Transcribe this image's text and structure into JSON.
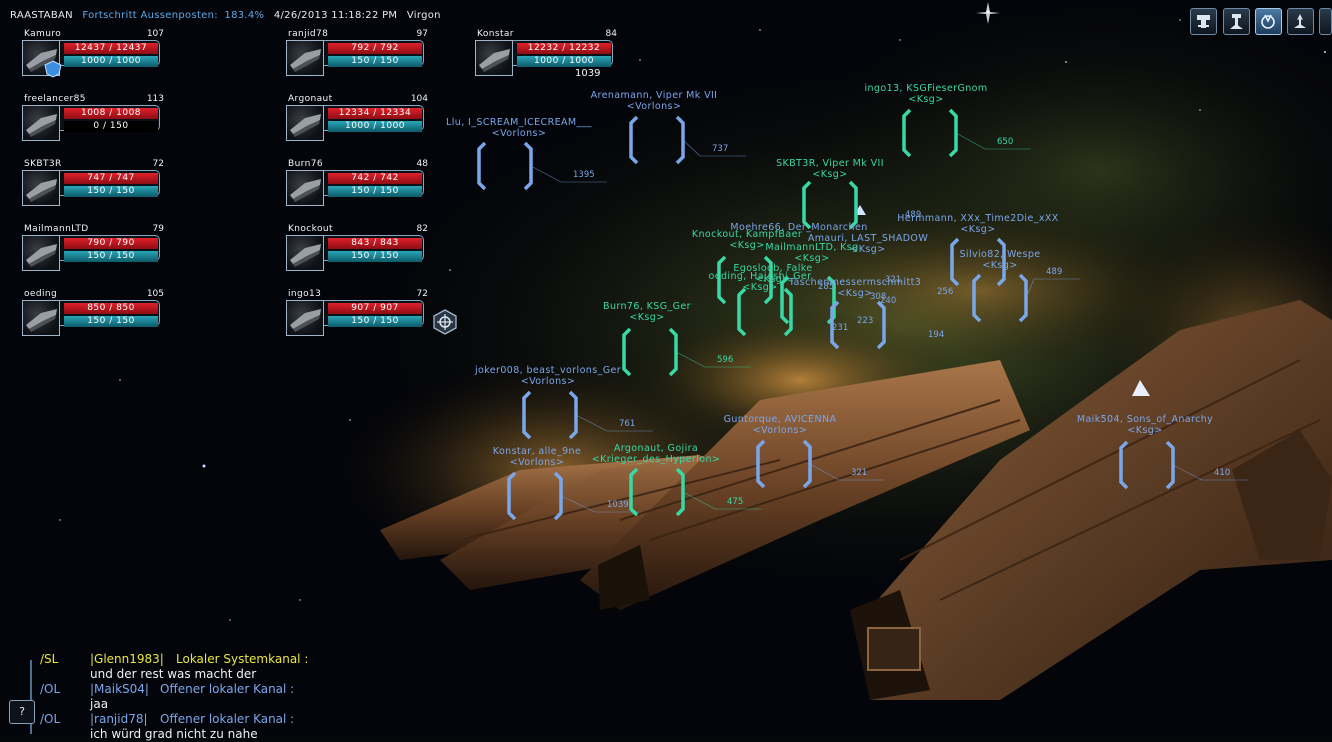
{
  "status": {
    "system": "RAASTABAN",
    "progress_label": "Fortschritt Aussenposten:",
    "progress_value": "183.4%",
    "datetime": "4/26/2013 11:18:22 PM",
    "location": "Virgon"
  },
  "toolbar": [
    "hangar-icon",
    "station-icon",
    "map-icon",
    "fleet-icon"
  ],
  "ships": [
    {
      "name": "Kamuro",
      "level": "107",
      "hull": "12437 / 12437",
      "shield": "1000 / 1000",
      "hull_frac": 1.0,
      "shield_frac": 1.0,
      "badge": "shield-badge-icon"
    },
    {
      "name": "ranjid78",
      "level": "97",
      "hull": "792 / 792",
      "shield": "150 / 150",
      "hull_frac": 1.0,
      "shield_frac": 1.0
    },
    {
      "name": "Konstar",
      "level": "84",
      "hull": "12232 / 12232",
      "shield": "1000 / 1000",
      "hull_frac": 1.0,
      "shield_frac": 1.0,
      "extra": "1039"
    },
    {
      "name": "freelancer85",
      "level": "113",
      "hull": "1008 / 1008",
      "shield": "0 / 150",
      "hull_frac": 1.0,
      "shield_frac": 0.0
    },
    {
      "name": "Argonaut",
      "level": "104",
      "hull": "12334 / 12334",
      "shield": "1000 / 1000",
      "hull_frac": 1.0,
      "shield_frac": 1.0
    },
    {
      "name": "SKBT3R",
      "level": "72",
      "hull": "747 / 747",
      "shield": "150 / 150",
      "hull_frac": 1.0,
      "shield_frac": 1.0
    },
    {
      "name": "Burn76",
      "level": "48",
      "hull": "742 / 742",
      "shield": "150 / 150",
      "hull_frac": 1.0,
      "shield_frac": 1.0
    },
    {
      "name": "MailmannLTD",
      "level": "79",
      "hull": "790 / 790",
      "shield": "150 / 150",
      "hull_frac": 1.0,
      "shield_frac": 1.0
    },
    {
      "name": "Knockout",
      "level": "82",
      "hull": "843 / 843",
      "shield": "150 / 150",
      "hull_frac": 1.0,
      "shield_frac": 1.0
    },
    {
      "name": "oeding",
      "level": "105",
      "hull": "850 / 850",
      "shield": "150 / 150",
      "hull_frac": 1.0,
      "shield_frac": 1.0
    },
    {
      "name": "ingo13",
      "level": "72",
      "hull": "907 / 907",
      "shield": "150 / 150",
      "hull_frac": 1.0,
      "shield_frac": 1.0
    }
  ],
  "targets": [
    {
      "l1": "Arenamann, Viper Mk VII",
      "l2": "<Vorlons>",
      "dist": "737",
      "color": "blue"
    },
    {
      "l1": "ingo13, KSGFieserGnom",
      "l2": "<Ksg>",
      "dist": "650",
      "color": "green"
    },
    {
      "l1": "Llu, I_SCREAM_ICECREAM___",
      "l2": "<Vorlons>",
      "dist": "1395",
      "color": "blue"
    },
    {
      "l1": "SKBT3R, Viper Mk VII",
      "l2": "<Ksg>",
      "dist": "",
      "color": "green"
    },
    {
      "l1": "Hermmann, XXx_Time2Die_xXX",
      "l2": "<Ksg>",
      "dist": "",
      "color": "blue"
    },
    {
      "l1": "Moehre66, Der_Monarchen",
      "l2": "",
      "dist": "",
      "color": "blue"
    },
    {
      "l1": "Knockout, KampfBaer",
      "l2": "<Ksg>",
      "dist": "",
      "color": "green"
    },
    {
      "l1": "Amauri, LAST_SHADOW",
      "l2": "<Ksg>",
      "dist": "",
      "color": "blue"
    },
    {
      "l1": "MailmannLTD, Ksg",
      "l2": "<Ksg>",
      "dist": "",
      "color": "green"
    },
    {
      "l1": "Silvio82, Wespe",
      "l2": "<Ksg>",
      "dist": "489",
      "color": "blue"
    },
    {
      "l1": "Egosloob, Falke",
      "l2": "<Ksg>",
      "dist": "",
      "color": "green"
    },
    {
      "l1": "oeding, Hajashi_Ger",
      "l2": "<Ksg>",
      "dist": "",
      "color": "green"
    },
    {
      "l1": "Taschenmessermschmitt3",
      "l2": "<Ksg>",
      "dist": "",
      "color": "blue"
    },
    {
      "l1": "Burn76, KSG_Ger",
      "l2": "<Ksg>",
      "dist": "596",
      "color": "green"
    },
    {
      "l1": "joker008, beast_vorlons_Ger",
      "l2": "<Vorlons>",
      "dist": "761",
      "color": "blue"
    },
    {
      "l1": "Guntorque, AVICENNA",
      "l2": "<Vorlons>",
      "dist": "321",
      "color": "blue"
    },
    {
      "l1": "Maik504, Sons_of_Anarchy",
      "l2": "<Ksg>",
      "dist": "410",
      "color": "blue"
    },
    {
      "l1": "Konstar, alle_9ne",
      "l2": "<Vorlons>",
      "dist": "1039",
      "color": "blue"
    },
    {
      "l1": "Argonaut, Gojira",
      "l2": "<Krieger_des_Hyperion>",
      "dist": "475",
      "color": "green"
    }
  ],
  "cluster_distances": [
    "489",
    "256",
    "321",
    "285",
    "308",
    "240",
    "223",
    "231",
    "194"
  ],
  "chat": [
    {
      "channel": "/SL",
      "sender": "|Glenn1983|",
      "channel_name": "Lokaler Systemkanal :",
      "message": "und der rest was macht der",
      "channel_color": "#e8e640",
      "sender_color": "#e8e640",
      "name_color": "#e8e640"
    },
    {
      "channel": "/OL",
      "sender": "|MaikS04|",
      "channel_name": "Offener lokaler Kanal :",
      "message": "jaa",
      "channel_color": "#7aa6ea",
      "sender_color": "#7aa6ea",
      "name_color": "#7aa6ea"
    },
    {
      "channel": "/OL",
      "sender": "|ranjid78|",
      "channel_name": "Offener lokaler Kanal :",
      "message": "ich würd grad nicht zu nahe",
      "channel_color": "#7aa6ea",
      "sender_color": "#7aa6ea",
      "name_color": "#7aa6ea"
    }
  ],
  "help_label": "?",
  "colors": {
    "friendly": "#38d9a6",
    "hostile": "#7aa6ea",
    "hull": "#c8141e",
    "shield": "#1b8fa0"
  }
}
